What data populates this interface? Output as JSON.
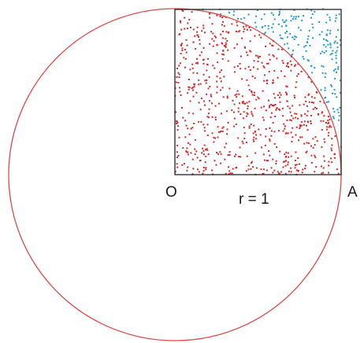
{
  "diagram": {
    "labels": {
      "origin": "O",
      "point_a": "A",
      "radius": "r = 1"
    },
    "radius_value": 1,
    "colors": {
      "circle": "#e04848",
      "square": "#222222",
      "inside_points": "#d42a2a",
      "outside_points": "#1f9ad6",
      "background": "#ffffff"
    },
    "points": {
      "count": 900,
      "inside_count_approx": 707,
      "outside_count_approx": 193
    }
  }
}
